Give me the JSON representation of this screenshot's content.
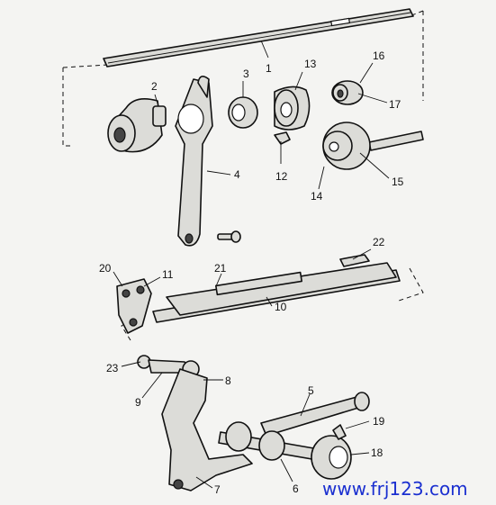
{
  "callouts": [
    "1",
    "2",
    "3",
    "4",
    "5",
    "6",
    "7",
    "8",
    "9",
    "10",
    "11",
    "12",
    "13",
    "14",
    "15",
    "16",
    "17",
    "18",
    "19",
    "20",
    "21",
    "22",
    "23"
  ],
  "watermark": "www.frj123.com",
  "colors": {
    "watermark": "#1a2fd0",
    "ink": "#111111",
    "paper": "#f4f4f2"
  }
}
